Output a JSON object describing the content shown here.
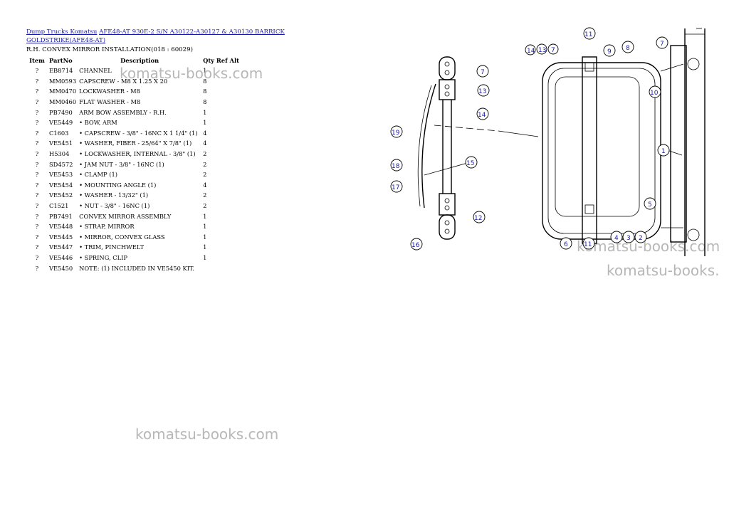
{
  "breadcrumb": {
    "link1": "Dump Trucks Komatsu",
    "link2": "AFE48-AT 930E-2 S/N A30122-A30127 & A30130 BARRICK GOLDSTRIKE(AFE48-AT)"
  },
  "subtitle": "R.H. CONVEX MIRROR INSTALLATION(018 : 60029)",
  "table": {
    "headers": {
      "item": "Item",
      "partno": "PartNo",
      "description": "Description",
      "qty": "Qty",
      "ref": "Ref",
      "alt": "Alt"
    },
    "rows": [
      {
        "item": "?",
        "partno": "EB8714",
        "description": "CHANNEL",
        "qty": "1"
      },
      {
        "item": "?",
        "partno": "MM0593",
        "description": "CAPSCREW - M8 X 1.25 X 20",
        "qty": "8"
      },
      {
        "item": "?",
        "partno": "MM0470",
        "description": "LOCKWASHER - M8",
        "qty": "8"
      },
      {
        "item": "?",
        "partno": "MM0460",
        "description": "FLAT WASHER - M8",
        "qty": "8"
      },
      {
        "item": "?",
        "partno": "PB7490",
        "description": "ARM BOW ASSEMBLY - R.H.",
        "qty": "1"
      },
      {
        "item": "?",
        "partno": "VE5449",
        "description": "• BOW, ARM",
        "qty": "1"
      },
      {
        "item": "?",
        "partno": "C1603",
        "description": "• CAPSCREW - 3/8\" - 16NC X 1 1/4\" (1)",
        "qty": "4"
      },
      {
        "item": "?",
        "partno": "VE5451",
        "description": "• WASHER, FIBER - 25/64\" X 7/8\" (1)",
        "qty": "4"
      },
      {
        "item": "?",
        "partno": "H5304",
        "description": "• LOCKWASHER, INTERNAL - 3/8\" (1)",
        "qty": "2"
      },
      {
        "item": "?",
        "partno": "SD4572",
        "description": "• JAM NUT - 3/8\" - 16NC (1)",
        "qty": "2"
      },
      {
        "item": "?",
        "partno": "VE5453",
        "description": "• CLAMP (1)",
        "qty": "2"
      },
      {
        "item": "?",
        "partno": "VE5454",
        "description": "• MOUNTING ANGLE (1)",
        "qty": "4"
      },
      {
        "item": "?",
        "partno": "VE5452",
        "description": "• WASHER - 13/32\" (1)",
        "qty": "2"
      },
      {
        "item": "?",
        "partno": "C1521",
        "description": "• NUT - 3/8\" - 16NC (1)",
        "qty": "2"
      },
      {
        "item": "?",
        "partno": "PB7491",
        "description": "CONVEX MIRROR ASSEMBLY",
        "qty": "1"
      },
      {
        "item": "?",
        "partno": "VE5448",
        "description": "• STRAP, MIRROR",
        "qty": "1"
      },
      {
        "item": "?",
        "partno": "VE5445",
        "description": "• MIRROR, CONVEX GLASS",
        "qty": "1"
      },
      {
        "item": "?",
        "partno": "VE5447",
        "description": "• TRIM, PINCHWELT",
        "qty": "1"
      },
      {
        "item": "?",
        "partno": "VE5446",
        "description": "• SPRING, CLIP",
        "qty": "1"
      },
      {
        "item": "?",
        "partno": "VE5450",
        "description": "NOTE: (1) INCLUDED IN VE5450 KIT.",
        "qty": ""
      }
    ]
  },
  "watermark": "komatsu-books.com",
  "watermark_cut": "komatsu-books.",
  "callouts": [
    "14",
    "13",
    "7",
    "11",
    "9",
    "8",
    "7",
    "7",
    "13",
    "14",
    "10",
    "19",
    "15",
    "18",
    "17",
    "1",
    "5",
    "12",
    "16",
    "6",
    "11",
    "4",
    "3",
    "2"
  ]
}
